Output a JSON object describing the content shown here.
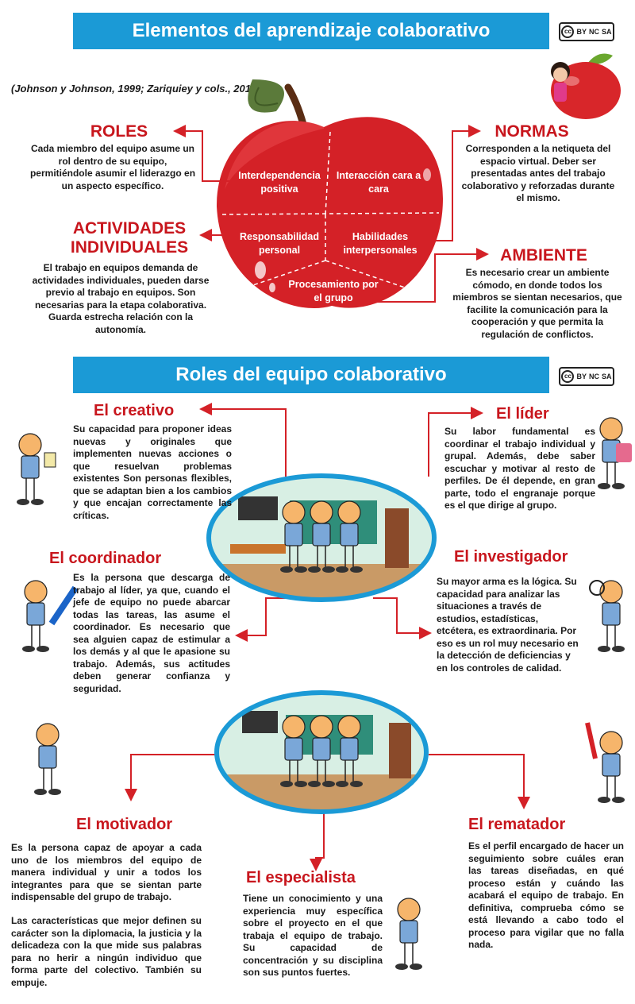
{
  "section1": {
    "title": "Elementos del aprendizaje colaborativo",
    "citation": "(Johnson y Johnson, 1999; Zariquiey y cols., 2011)",
    "license": {
      "cc": "cc",
      "by": "BY",
      "nc": "NC",
      "sa": "SA"
    },
    "apple_segments": [
      {
        "label": "Interdependencia positiva"
      },
      {
        "label": "Interacción cara a cara"
      },
      {
        "label": "Responsabilidad personal"
      },
      {
        "label": "Habilidades interpersonales"
      },
      {
        "label": "Procesamiento por el grupo"
      }
    ],
    "roles": {
      "title": "ROLES",
      "text": "Cada miembro del equipo asume un rol dentro de su equipo, permitiéndole asumir el liderazgo en un aspecto específico."
    },
    "actividades": {
      "title": "ACTIVIDADES INDIVIDUALES",
      "text": "El trabajo en equipos demanda de actividades individuales, pueden darse previo al trabajo en equipos. Son necesarias para la etapa colaborativa. Guarda estrecha relación con la autonomía."
    },
    "normas": {
      "title": "NORMAS",
      "text": "Corresponden a la netiqueta del espacio virtual. Deber ser presentadas antes del trabajo colaborativo y reforzadas durante el mismo."
    },
    "ambiente": {
      "title": "AMBIENTE",
      "text": "Es necesario crear un ambiente cómodo, en donde todos los miembros se sientan necesarios, que facilite la comunicación para la cooperación y que permita la regulación de conflictos."
    }
  },
  "section2": {
    "title": "Roles del equipo colaborativo",
    "creativo": {
      "title": "El creativo",
      "text": "Su capacidad para proponer ideas nuevas y originales que implementen nuevas acciones o que resuelvan problemas existentes Son personas flexibles, que se adaptan bien a los cambios y que encajan correctamente las críticas."
    },
    "lider": {
      "title": "El líder",
      "text": "Su labor fundamental es coordinar el trabajo individual y grupal. Además, debe saber escuchar y motivar al resto de perfiles. De él depende, en gran parte, todo el engranaje porque es el que dirige al grupo."
    },
    "coordinador": {
      "title": "El coordinador",
      "text": "Es la persona que descarga de trabajo al líder, ya que, cuando el jefe de equipo no puede abarcar todas las tareas, las asume el coordinador. Es necesario que sea alguien capaz de estimular a los demás y al que le apasione su trabajo. Además, sus actitudes deben generar confianza y seguridad."
    },
    "investigador": {
      "title": "El investigador",
      "text": "Su mayor arma es la lógica. Su capacidad para analizar las situaciones a través de estudios, estadísticas, etcétera, es extraordinaria. Por eso es un rol muy necesario en la detección de deficiencias y en los controles de calidad."
    },
    "motivador": {
      "title": "El motivador",
      "text1": "Es la persona capaz de apoyar a cada uno de los miembros del equipo de manera individual y unir a todos los integrantes para que se sientan parte indispensable del grupo de trabajo.",
      "text2": "Las características que mejor definen su carácter son la diplomacia, la justicia y la delicadeza con la que mide sus palabras para no herir a ningún individuo que forma parte del colectivo. También su empuje."
    },
    "especialista": {
      "title": "El especialista",
      "text": "Tiene un conocimiento y una experiencia muy específica sobre el proyecto en el que trabaja el equipo de trabajo. Su capacidad de concentración y su disciplina son sus puntos fuertes."
    },
    "rematador": {
      "title": "El rematador",
      "text": "Es el perfil encargado de hacer un seguimiento sobre cuáles eran las tareas diseñadas, en qué proceso están y cuándo las acabará el equipo de trabajo. En definitiva, comprueba cómo se está llevando a cabo todo el proceso para vigilar que no falla nada."
    }
  },
  "colors": {
    "banner": "#1b9ad6",
    "accent_red": "#c8161d",
    "ring_blue": "#1b9ad6"
  }
}
